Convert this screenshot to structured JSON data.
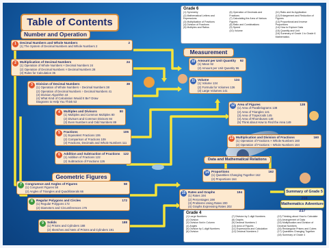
{
  "title": "Table of Contents",
  "sections": {
    "num_op": "Number and Operation",
    "measurement": "Measurement",
    "geometric": "Geometric Figures",
    "data": "Data and Mathematical Relations"
  },
  "units": [
    {
      "n": "1",
      "title": "Decimal Numbers and Whole Numbers",
      "pages": "2",
      "items": [
        "(1) The System of Decimal Numbers and Whole Numbers   2"
      ]
    },
    {
      "n": "2",
      "title": "Multiplication of Decimal Numbers",
      "pages": "24",
      "items": [
        "(1) Operation of Whole Numbers × Decimal Numbers   24",
        "(2) Operation of Decimal Numbers × Decimal Numbers   28",
        "(3) Rules for Calculation   35"
      ]
    },
    {
      "n": "3",
      "title": "Division of Decimal Numbers",
      "pages": "38",
      "items": [
        "(1) Operation of Whole Numbers ÷ Decimal Numbers   38",
        "(2) Operation of Decimal Numbers ÷ Decimal Numbers   41",
        "(3) Division Algorithm   44",
        "(4) What Kind of Calculation Would It Be? Draw",
        "     Diagrams to Help You Think   53"
      ]
    },
    {
      "n": "4",
      "title": "Multiples and Divisors",
      "pages": "80",
      "items": [
        "(1) Multiples and Common Multiples   80",
        "(2) Divisors and Common Divisors   84",
        "(3) Even Numbers and Odd Numbers   89"
      ]
    },
    {
      "n": "5",
      "title": "Fractions",
      "pages": "106",
      "items": [
        "(1) Equivalent Fractions   106",
        "(2) Comparison of Fractions   109",
        "(3) Fractions, Decimals and Whole Numbers   111"
      ]
    },
    {
      "n": "6",
      "title": "Addition and Subtraction of Fractions",
      "pages": "122",
      "items": [
        "(1) Addition of Fractions   122",
        "(2) Subtraction of Fractions   126"
      ]
    },
    {
      "n": "7",
      "title": "Congruence and Angles of Figures",
      "pages": "58",
      "items": [
        "(1) Congruent Figures   58",
        "(2) Angles of Triangles and Quadrilaterals   66"
      ]
    },
    {
      "n": "8",
      "title": "Regular Polygons and Circles",
      "pages": "172",
      "items": [
        "(1) Regular Polygons   172",
        "(2) Diameters and Circumferences   176"
      ]
    },
    {
      "n": "9",
      "title": "Solids",
      "pages": "188",
      "items": [
        "(1) Prisms and Cylinders   188",
        "(2) Sketches and Nets of Prisms and Cylinders   191"
      ]
    },
    {
      "n": "10",
      "title": "Amount per Unit Quantity",
      "pages": "92",
      "items": [
        "(1) Mean   92",
        "(2) Amount per Unit Quantity   96"
      ]
    },
    {
      "n": "11",
      "title": "Volume",
      "pages": "134",
      "items": [
        "(1) Volume   134",
        "(2) Formula for Volumes   136",
        "(3) Large Volumes   141"
      ]
    },
    {
      "n": "12",
      "title": "Area of Figures",
      "pages": "138",
      "items": [
        "(1) Area of Parallelograms   138",
        "(2) Area of Triangles   141",
        "(3) Area of Trapezoids   145",
        "(4) Area of Rhombuses   148",
        "(5) Think about How to Find the Area   149"
      ]
    },
    {
      "n": "13",
      "title": "Multiplication and Division of Fractions",
      "pages": "160",
      "items": [
        "(1) Operation of Fractions × Whole Numbers   160",
        "(2) Operation of Fractions ÷ Whole Numbers   164"
      ]
    },
    {
      "n": "14",
      "title": "Proportions",
      "pages": "162",
      "items": [
        "(1) Quantities Changing Together   162",
        "(2) Proportions   164"
      ]
    },
    {
      "n": "15",
      "title": "Rates and Graphs",
      "pages": "194",
      "items": [
        "(1) Rates   194",
        "(2) Percentages   198",
        "(3) Problems Using Rates   200",
        "(4) Graphs Expressing Rates   202"
      ]
    }
  ],
  "grade6": {
    "title": "Grade 6",
    "col1": [
      "(1) Symmetry",
      "(2) Mathematical Letters and Expressions",
      "(3) Multiplication of Fractions",
      "(4) Division of Fractions",
      "(5) Multiples and Ratios"
    ],
    "col2": [
      "(6) Operation of Decimals and Fractions",
      "(7) Calculating the Area of Various Figures",
      "(8) Ratio and Combinations",
      "(9) Speed",
      "(10) Volume"
    ],
    "col3": [
      "(11) Ratio and its Application",
      "(12) Enlargement and Reduction of Figures",
      "(13) Proportional and Inverse Proportions",
      "(14) How to Explore Data",
      "(15) Quantity and Unit",
      "(16) Summary of Grade 1 to Grade 6 Mathematics"
    ]
  },
  "grade4": {
    "title": "Grade 4",
    "col1": [
      "(1) Large Numbers",
      "(2) Division",
      "(3) Division Not in Column",
      "(4) Angles",
      "(5) Division by 1-digit Numbers",
      "(6) Division"
    ],
    "col2": [
      "(7) Division by 2-digit Numbers",
      "(8) Graphs",
      "(9) Decimal Numbers 1",
      "(10) Area of Figures",
      "(11) Expressions and Calculation",
      "(12) Decimal Numbers 2"
    ],
    "col3": [
      "(13) Thinking about How to Calculate",
      "(14) Arrangement of Data",
      "(15) Multiplication and Division of Decimal Numbers",
      "(16) Rectangular Prisms and Cubes",
      "(17) Quantities Changing Together",
      "(18) Summary of Grade 4"
    ]
  },
  "summary": {
    "label": "Summary of Grade 5",
    "page": "208"
  },
  "adventure": {
    "label": "Mathematics Adventure",
    "page": "217"
  }
}
